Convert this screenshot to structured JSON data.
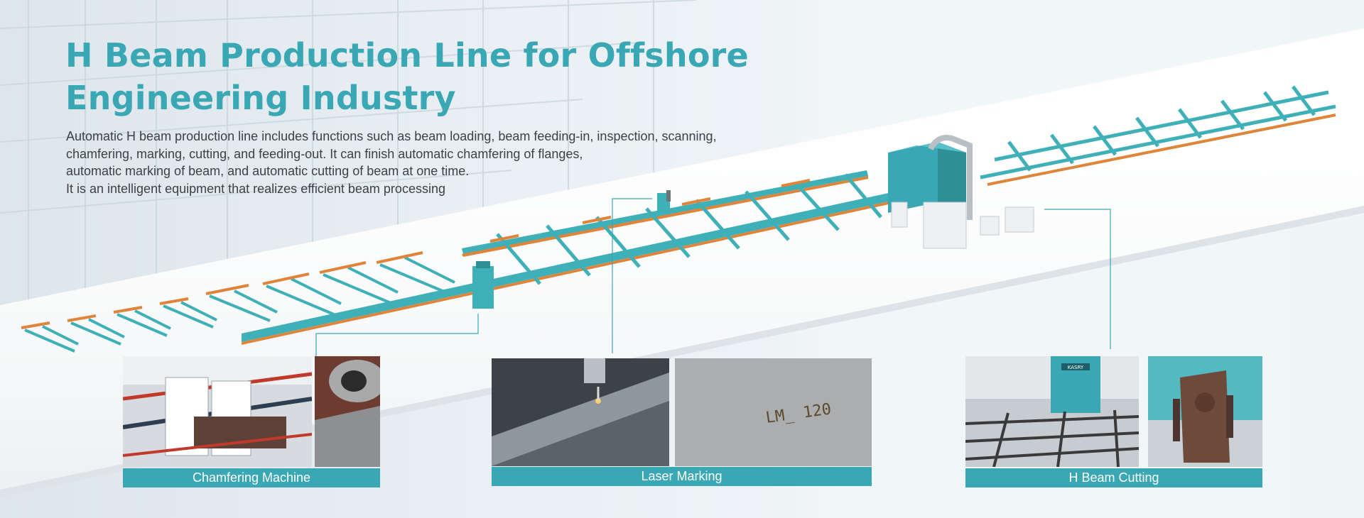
{
  "title": {
    "line1": "H Beam Production Line for Offshore",
    "line2": "Engineering Industry"
  },
  "description": {
    "line1": "Automatic H beam production line includes functions such as beam loading, beam feeding-in, inspection, scanning,",
    "line2": "chamfering, marking, cutting, and feeding-out. It can finish automatic chamfering of flanges,",
    "line3": "automatic marking of beam, and automatic cutting of beam at one time.",
    "line4": "It is an intelligent equipment that realizes efficient beam processing"
  },
  "sections": [
    {
      "caption": "Chamfering Machine"
    },
    {
      "caption": "Laser Marking",
      "engraving": "LM_ 120"
    },
    {
      "caption": "H Beam Cutting",
      "machine_brand": "KASRY"
    }
  ],
  "colors": {
    "accent": "#3aa7b4",
    "machine_teal": "#3fb0b8",
    "roller_orange": "#e0843a",
    "text_dark": "#3c4146"
  }
}
